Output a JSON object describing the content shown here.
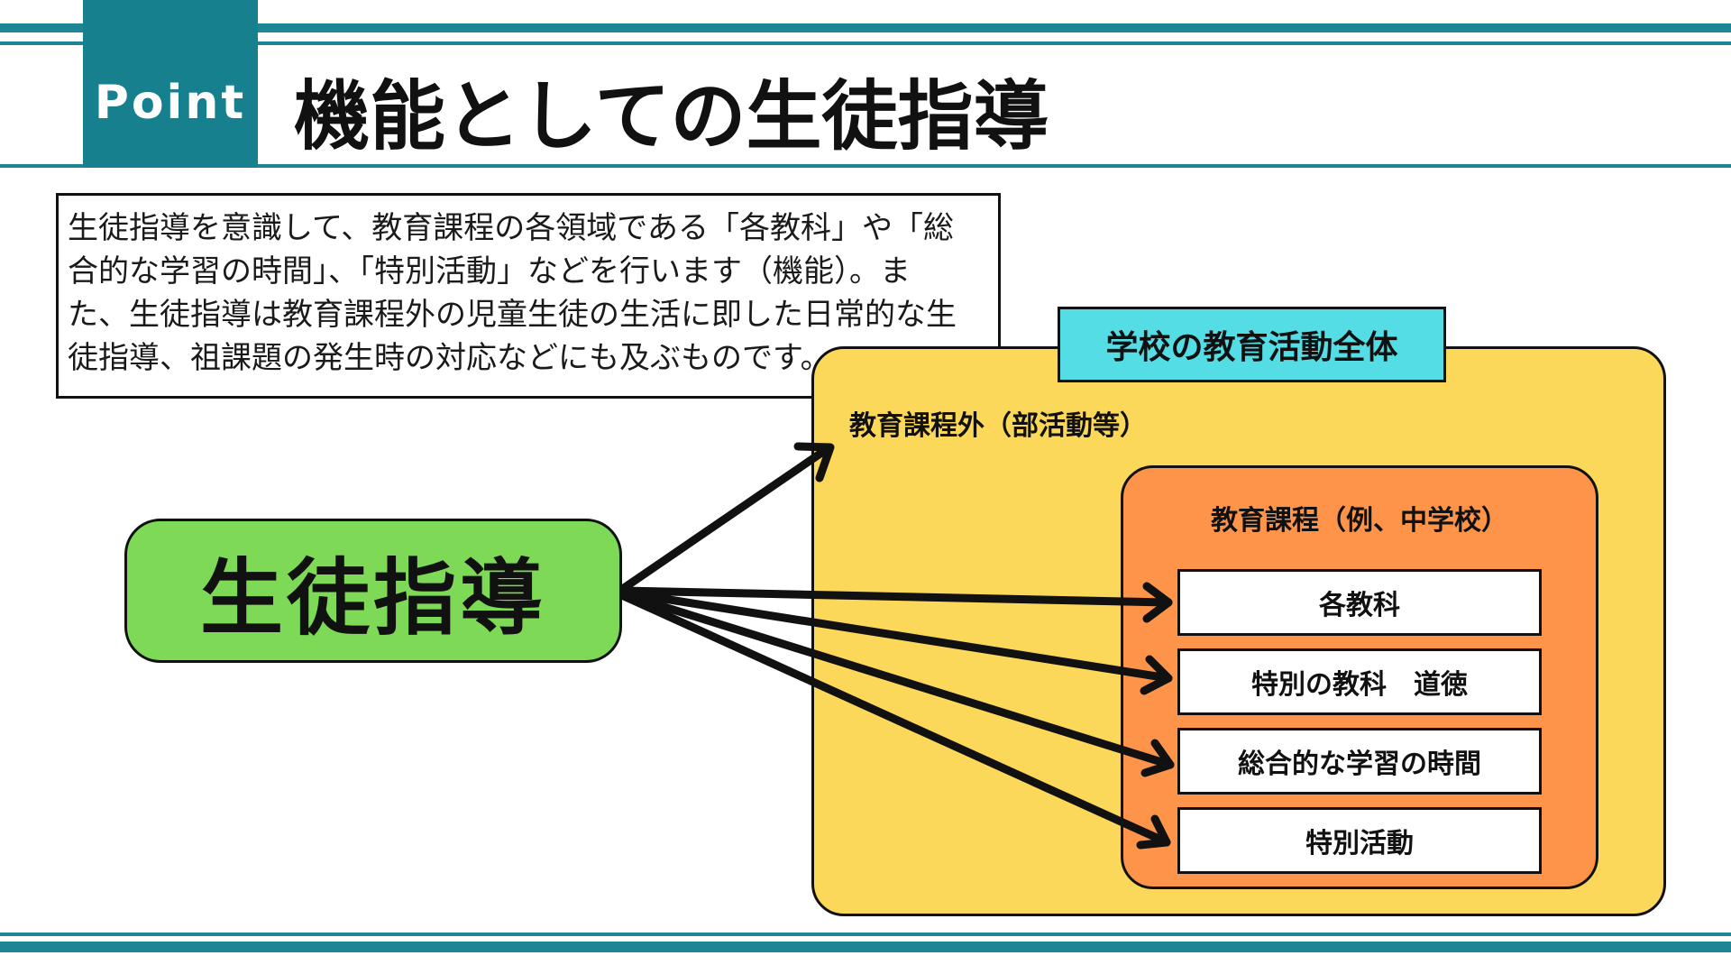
{
  "header": {
    "badge": "Point",
    "title": "機能としての生徒指導"
  },
  "description": {
    "lines": [
      "生徒指導を意識して、教育課程の各領域である「各教科」や「総",
      "合的な学習の時間」、「特別活動」などを行います（機能）。ま",
      "た、生徒指導は教育課程外の児童生徒の生活に即した日常的な生",
      "徒指導、祖課題の発生時の対応などにも及ぶものです。"
    ]
  },
  "diagram": {
    "source": "生徒指導",
    "outer_header": "学校の教育活動全体",
    "outside_curriculum": "教育課程外（部活動等）",
    "curriculum": "教育課程（例、中学校）",
    "subjects": [
      "各教科",
      "特別の教科　道徳",
      "総合的な学習の時間",
      "特別活動"
    ]
  },
  "colors": {
    "teal": "#16808f",
    "outer_fill": "#fcd85a",
    "header_fill": "#55dde6",
    "inner_fill": "#fd944a",
    "source_fill": "#7ed957"
  }
}
